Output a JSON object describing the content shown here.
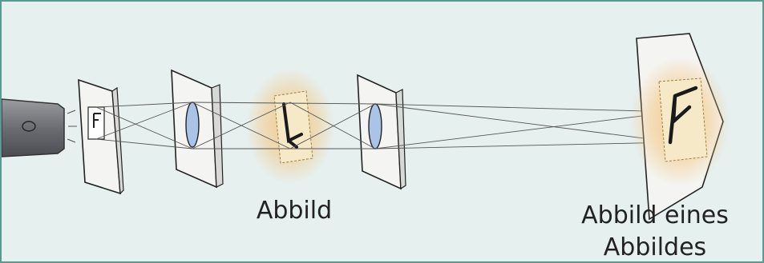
{
  "labels": {
    "intermediate_image": "Abbild",
    "final_image_line1": "Abbild eines",
    "final_image_line2": "Abbildes"
  },
  "colors": {
    "frame_border": "#5b9a92",
    "background": "#e6f0ee",
    "lens": "#a9c4e6",
    "glow": "#f3c98a",
    "screen": "#f4f5f2",
    "lamp": "#707277"
  }
}
